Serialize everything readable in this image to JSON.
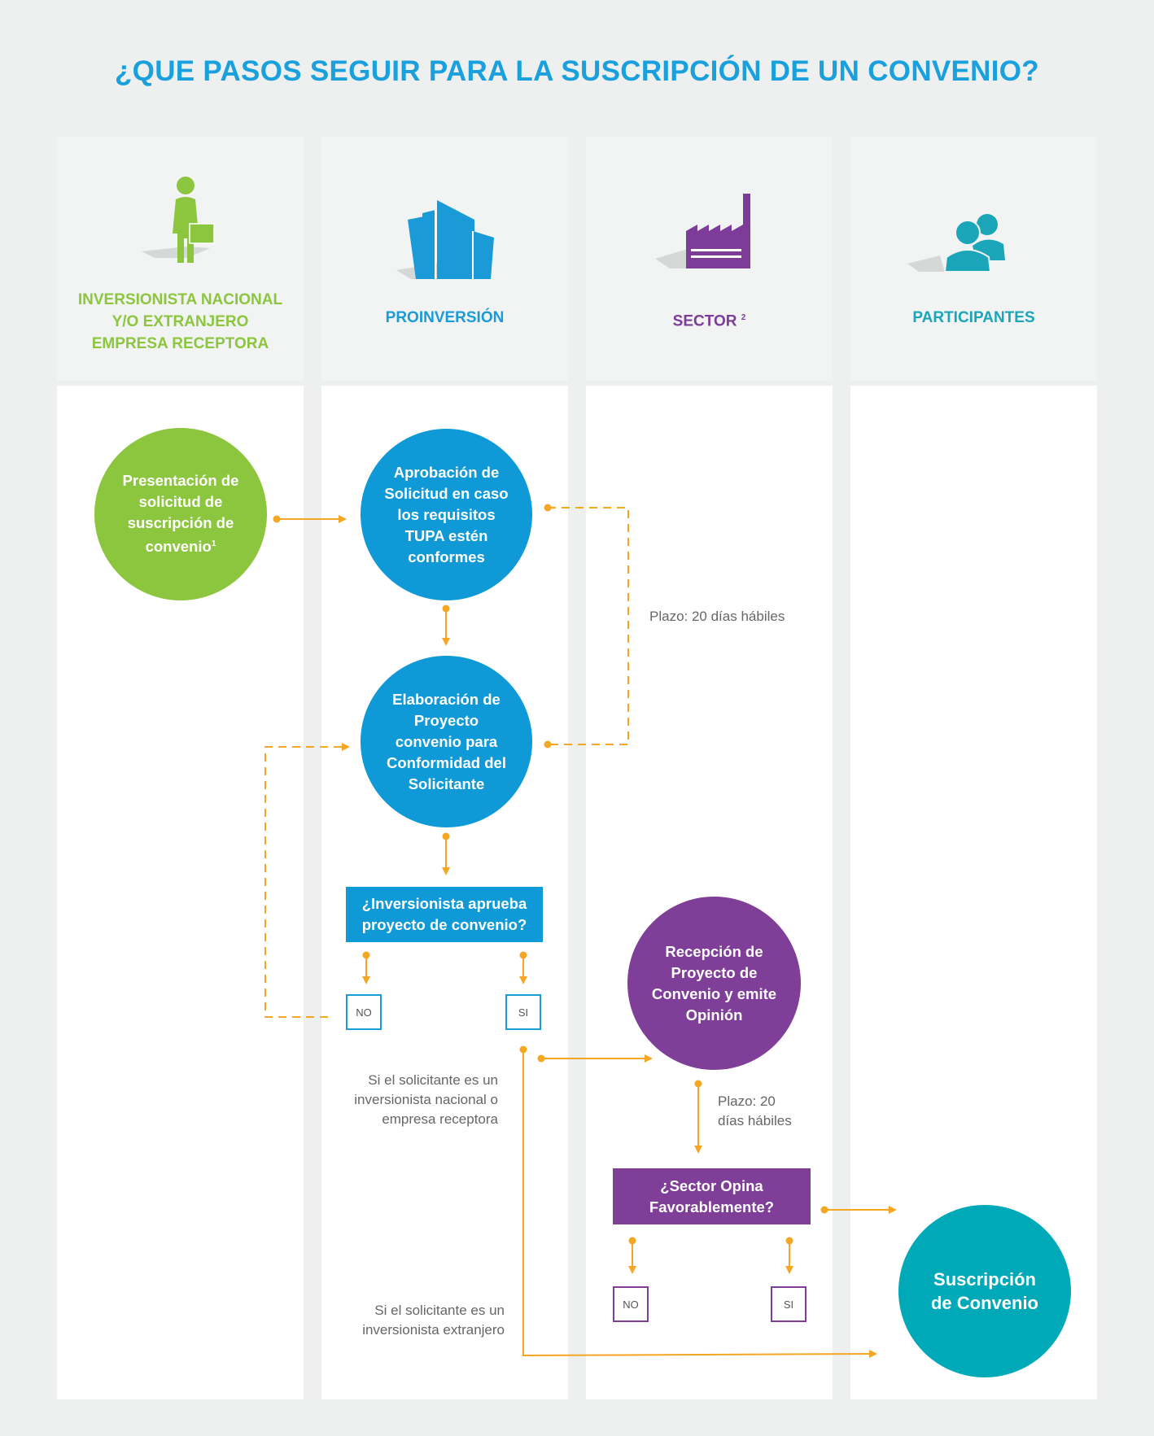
{
  "title": "¿QUE PASOS SEGUIR PARA LA SUSCRIPCIÓN DE UN CONVENIO?",
  "columns": [
    {
      "label_lines": [
        "INVERSIONISTA NACIONAL",
        "Y/O EXTRANJERO",
        "EMPRESA RECEPTORA"
      ],
      "icon": "businessman-icon",
      "color": "#8cc63f"
    },
    {
      "label": "PROINVERSIÓN",
      "icon": "buildings-icon",
      "color": "#1a9bd7"
    },
    {
      "label": "SECTOR",
      "label_sup": "2",
      "icon": "factory-icon",
      "color": "#7d3c98"
    },
    {
      "label": "PARTICIPANTES",
      "icon": "people-icon",
      "color": "#1aa5b8"
    }
  ],
  "nodes": {
    "presentacion": {
      "lines": [
        "Presentación de",
        "solicitud de",
        "suscripción de",
        "convenio"
      ],
      "sup": "1"
    },
    "aprobacion": {
      "lines": [
        "Aprobación de",
        "Solicitud en caso",
        "los requisitos",
        "TUPA estén",
        "conformes"
      ]
    },
    "elaboracion": {
      "lines": [
        "Elaboración de",
        "Proyecto",
        "convenio para",
        "Conformidad del",
        "Solicitante"
      ]
    },
    "pregunta_inversionista": {
      "lines": [
        "¿Inversionista aprueba",
        "proyecto de convenio?"
      ]
    },
    "recepcion": {
      "lines": [
        "Recepción de",
        "Proyecto de",
        "Convenio y emite",
        "Opinión"
      ]
    },
    "pregunta_sector": {
      "lines": [
        "¿Sector Opina",
        "Favorablemente?"
      ]
    },
    "suscripcion": {
      "lines": [
        "Suscripción",
        "de Convenio"
      ]
    }
  },
  "decisions": {
    "inversionista_no": "NO",
    "inversionista_si": "SI",
    "sector_no": "NO",
    "sector_si": "SI"
  },
  "notes": {
    "plazo_1": "Plazo: 20 días hábiles",
    "plazo_2_lines": [
      "Plazo: 20",
      "días hábiles"
    ],
    "nacional_lines": [
      "Si el solicitante es un",
      "inversionista nacional o",
      "empresa receptora"
    ],
    "extranjero_lines": [
      "Si el solicitante es un",
      "inversionista extranjero"
    ]
  },
  "colors": {
    "background": "#eef0f0",
    "title": "#1aa0dc",
    "green": "#8cc63f",
    "blue": "#0f9ad7",
    "purple": "#7f3f98",
    "teal": "#00a9b8",
    "arrow": "#f5a623"
  }
}
